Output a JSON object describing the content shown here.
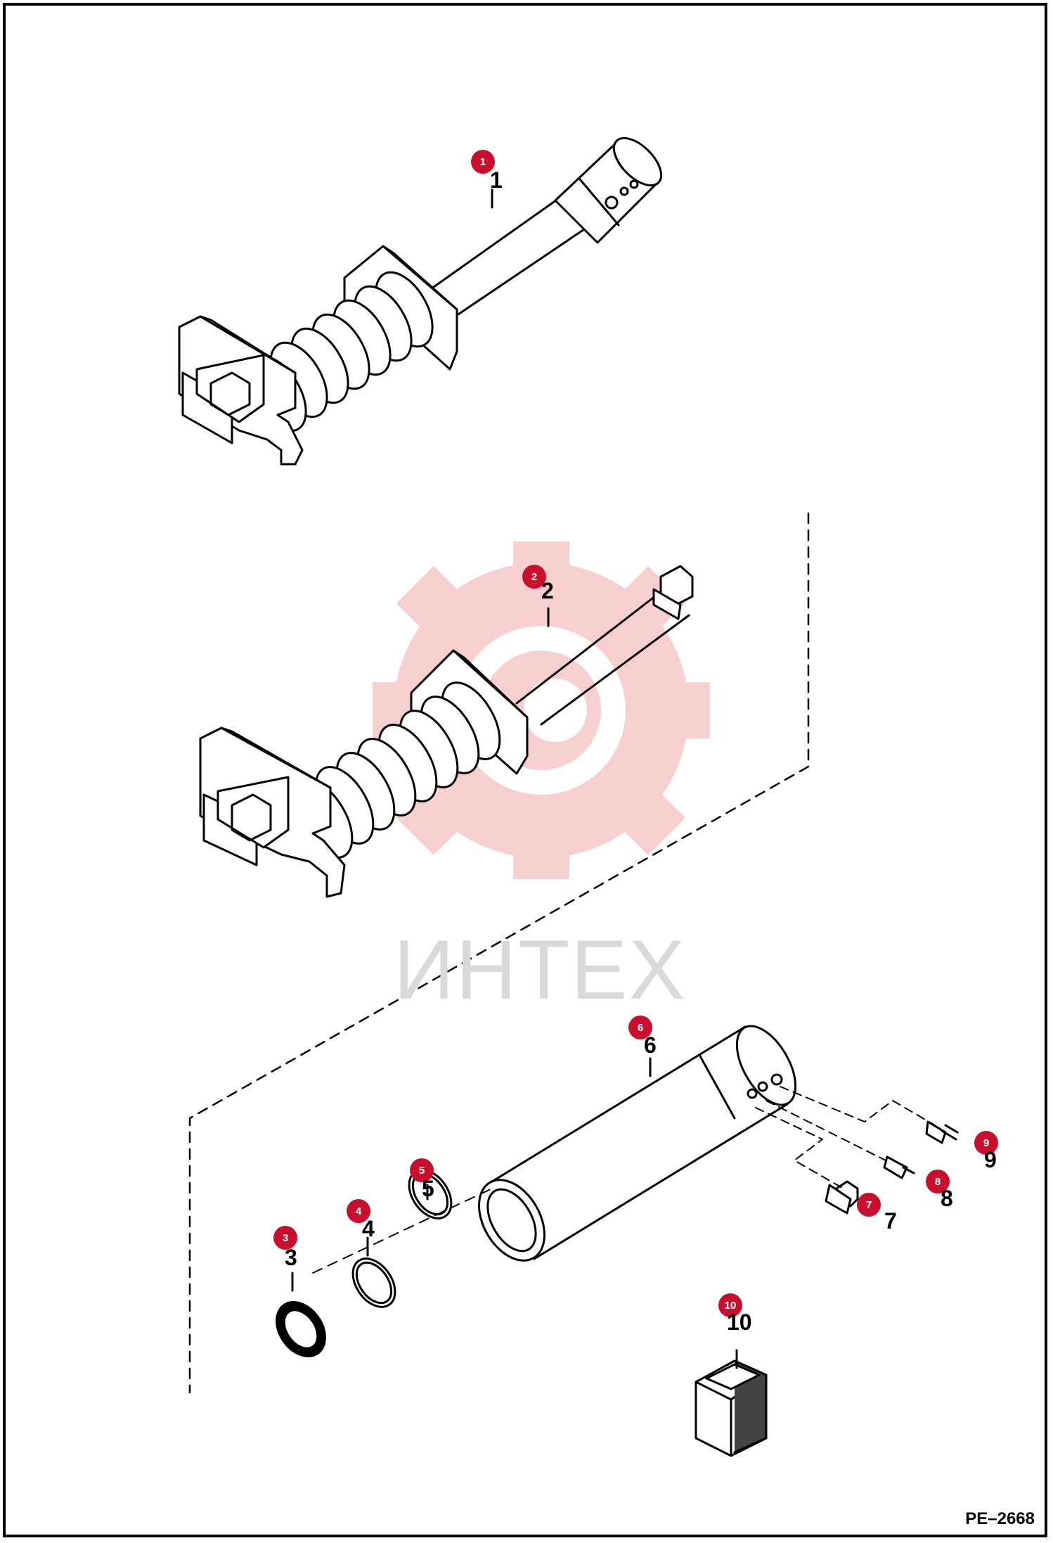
{
  "watermark": {
    "text": "ИНТЕХ",
    "color": "#f7c7c7"
  },
  "drawing_id": "PE–2668",
  "accent": "#c8102e",
  "callouts": [
    {
      "n": "1",
      "label": "1"
    },
    {
      "n": "2",
      "label": "2"
    },
    {
      "n": "3",
      "label": "3"
    },
    {
      "n": "4",
      "label": "4"
    },
    {
      "n": "5",
      "label": "5"
    },
    {
      "n": "6",
      "label": "6"
    },
    {
      "n": "7",
      "label": "7"
    },
    {
      "n": "8",
      "label": "8"
    },
    {
      "n": "9",
      "label": "9"
    },
    {
      "n": "10",
      "label": "10"
    }
  ]
}
